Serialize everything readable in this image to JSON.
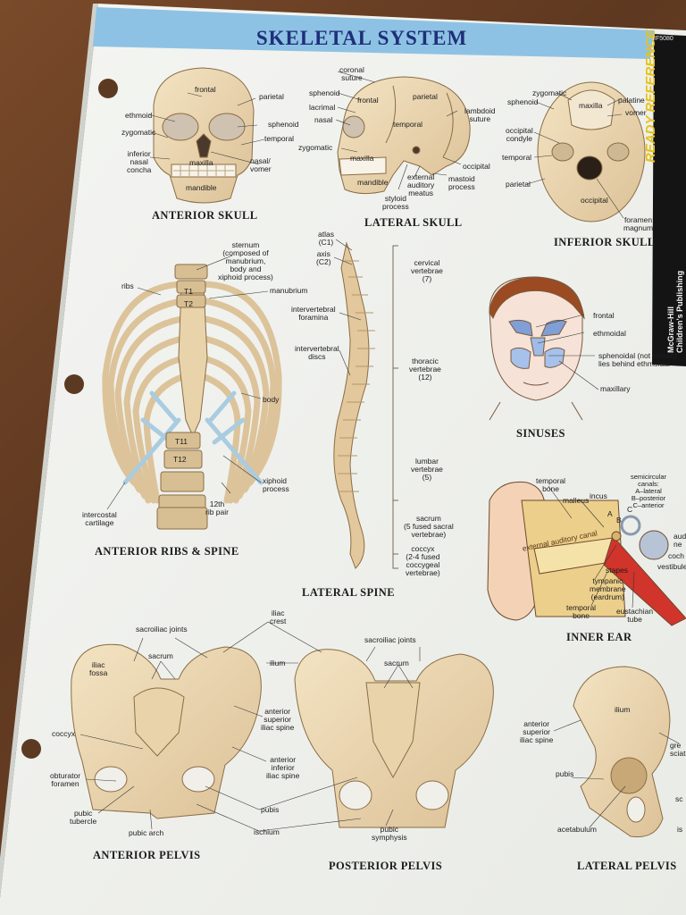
{
  "page": {
    "title": "SKELETAL SYSTEM",
    "side_brand": "READY REFERENCE",
    "publisher": [
      "McGraw-Hill",
      "Children's Publishing"
    ],
    "code": "IF5080"
  },
  "captions": {
    "anterior_skull": "ANTERIOR SKULL",
    "lateral_skull": "LATERAL SKULL",
    "inferior_skull": "INFERIOR SKULL",
    "ribs_spine": "ANTERIOR RIBS & SPINE",
    "lateral_spine": "LATERAL SPINE",
    "sinuses": "SINUSES",
    "inner_ear": "INNER EAR",
    "anterior_pelvis": "ANTERIOR PELVIS",
    "posterior_pelvis": "POSTERIOR PELVIS",
    "lateral_pelvis": "LATERAL PELVIS"
  },
  "labels": {
    "ant_skull": {
      "frontal": "frontal",
      "parietal": "parietal",
      "ethmoid": "ethmoid",
      "sphenoid": "sphenoid",
      "zygomatic": "zygomatic",
      "temporal": "temporal",
      "inferior_nasal": "inferior\nnasal\nconcha",
      "nasal_vomer": "nasal/\nvomer",
      "maxilla": "maxilla",
      "mandible": "mandible"
    },
    "lat_skull": {
      "coronal": "coronal\nsuture",
      "sphenoid": "sphenoid",
      "lacrimal": "lacrimal",
      "nasal": "nasal",
      "frontal": "frontal",
      "parietal": "parietal",
      "temporal": "temporal",
      "lambdoid": "lambdoid\nsuture",
      "zygomatic": "zygomatic",
      "maxilla": "maxilla",
      "occipital": "occipital",
      "mandible": "mandible",
      "ext_auditory": "external\nauditory\nmeatus",
      "mastoid": "mastoid\nprocess",
      "styloid": "styloid\nprocess"
    },
    "inf_skull": {
      "zygomatic": "zygomatic",
      "palatine": "palatine",
      "sphenoid": "sphenoid",
      "maxilla": "maxilla",
      "vomer": "vomer",
      "occipital_condyle": "occipital\ncondyle",
      "temporal": "temporal",
      "parietal": "parietal",
      "occipital": "occipital",
      "foramen": "foramen\nmagnum"
    },
    "ribs": {
      "sternum": "sternum\n(composed of\nmanubrium,\nbody and\nxiphoid process)",
      "ribs": "ribs",
      "manubrium": "manubrium",
      "t1": "T1",
      "t2": "T2",
      "body": "body",
      "t11": "T11",
      "t12": "T12",
      "xiphoid": "xiphoid\nprocess",
      "rib12": "12th\nrib pair",
      "costal": "intercostal\ncartilage"
    },
    "spine": {
      "atlas": "atlas\n(C1)",
      "axis": "axis\n(C2)",
      "cervical": "cervical\nvertebrae\n(7)",
      "iv_foramina": "intervertebral\nforamina",
      "iv_discs": "intervertebral\ndiscs",
      "thoracic": "thoracic\nvertebrae\n(12)",
      "lumbar": "lumbar\nvertebrae\n(5)",
      "sacrum": "sacrum\n(5 fused sacral\nvertebrae)",
      "coccyx": "coccyx\n(2-4 fused\ncoccygeal\nvertebrae)"
    },
    "sinus": {
      "frontal": "frontal",
      "ethmoidal": "ethmoidal",
      "sphenoidal": "sphenoidal (not shown)\nlies behind ethmoidal",
      "maxillary": "maxillary"
    },
    "ear": {
      "temporal_bone": "temporal\nbone",
      "malleus": "malleus",
      "incus": "incus",
      "semicircular": "semicircular\ncanals:\nA–lateral\nB–posterior\nC–anterior",
      "a": "A",
      "b": "B",
      "c": "C",
      "ext_canal": "external auditory canal",
      "stapes": "stapes",
      "tympanic": "tympanic\nmembrane\n(eardrum)",
      "temporal_bone2": "temporal\nbone",
      "eustachian": "eustachian\ntube",
      "vestibule": "vestibule",
      "cochlea": "coch",
      "auditory": "aud\nne"
    },
    "pelvis": {
      "iliac_crest": "iliac\ncrest",
      "sacroiliac1": "sacroiliac joints",
      "sacroiliac2": "sacroiliac joints",
      "iliac_fossa": "iliac\nfossa",
      "sacrum1": "sacrum",
      "sacrum2": "sacrum",
      "ilium": "ilium",
      "asis": "anterior\nsuperior\niliac spine",
      "aiis": "anterior\ninferior\niliac spine",
      "coccyx": "coccyx",
      "obturator": "obturator\nforamen",
      "pubis": "pubis",
      "pubic_tubercle": "pubic\ntubercle",
      "pubic_arch": "pubic arch",
      "ischium": "ischium",
      "pubic_symphysis": "pubic\nsymphysis",
      "lat_ilium": "ilium",
      "lat_asis": "anterior\nsuperior\niliac spine",
      "lat_pubis": "pubis",
      "acetabulum": "acetabulum",
      "greater": "gre\nsciati",
      "lat_sc": "sc",
      "lat_is": "is"
    }
  }
}
